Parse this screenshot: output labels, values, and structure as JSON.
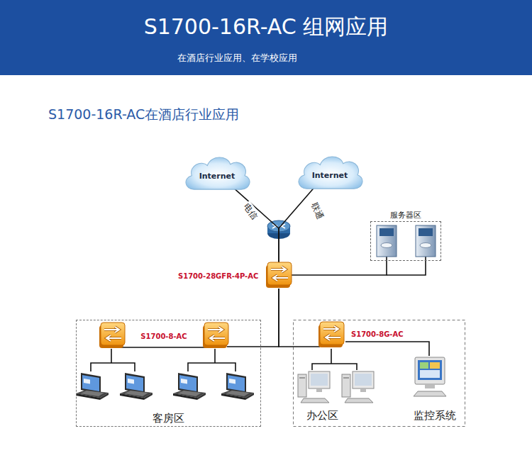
{
  "diagram": {
    "title": "S1700-16R-AC 组网应用",
    "nodes": [
      {
        "text": [
          "Internet"
        ]
      },
      {
        "text": [
          "Internet"
        ]
      },
      {
        "text": [
          "S1700-28GFR-4P-AC"
        ]
      },
      {
        "text": [
          "服务器区"
        ]
      },
      {
        "text": [
          "客房区"
        ]
      },
      {
        "text": [
          "S1700-8-AC"
        ],
        "in": 4
      },
      {
        "text": [
          "S1700-8G-AC"
        ]
      }
    ],
    "edges": [
      {
        "from": 0,
        "to": 2,
        "label": "电信",
        "arrow": "none"
      },
      {
        "from": 1,
        "to": 2,
        "label": "联通",
        "arrow": "none"
      },
      {
        "from": 2,
        "to": 3,
        "arrow": "none"
      },
      {
        "from": 2,
        "to": 5,
        "arrow": "none"
      },
      {
        "from": 2,
        "to": 6,
        "arrow": "none"
      }
    ],
    "labels": [
      "在酒店行业应用、在学校应用",
      "S1700-16R-AC在酒店行业应用",
      "办公区",
      "监控系统"
    ]
  }
}
